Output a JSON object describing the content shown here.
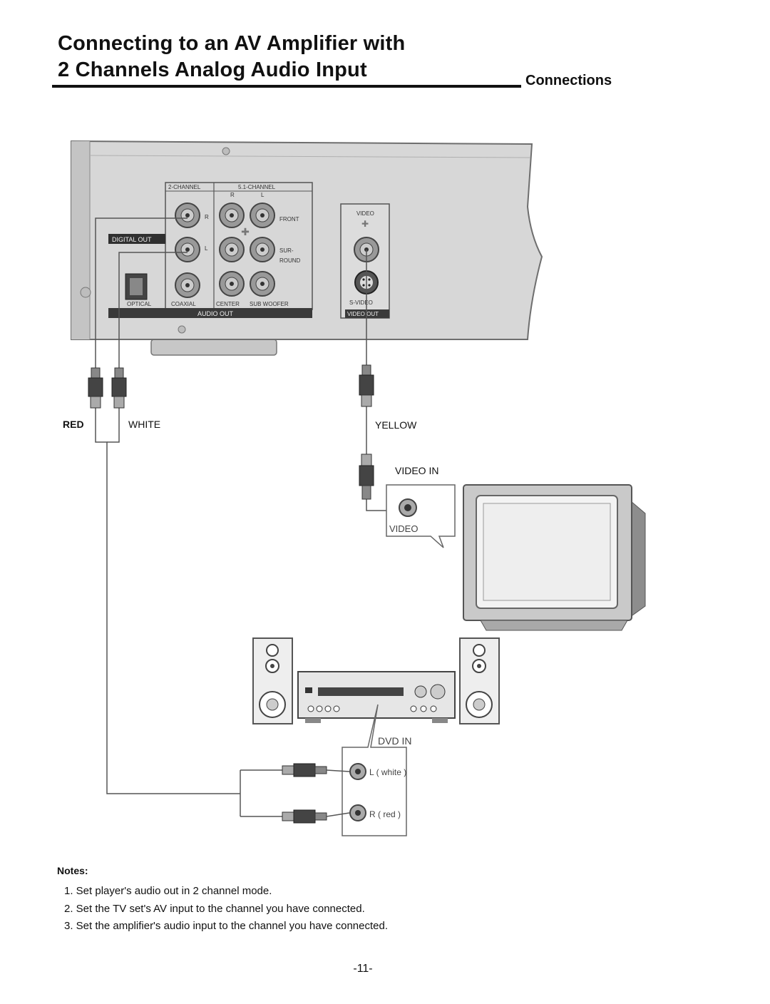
{
  "title": {
    "line1": "Connecting to an AV Amplifier with",
    "line2": "2 Channels Analog Audio Input"
  },
  "section": "Connections",
  "panel": {
    "two_channel": "2-CHANNEL",
    "five_one_channel": "5.1-CHANNEL",
    "r": "R",
    "l": "L",
    "front": "FRONT",
    "sur": "SUR-",
    "round": "ROUND",
    "digital_out": "DIGITAL OUT",
    "optical": "OPTICAL",
    "coaxial": "COAXIAL",
    "center": "CENTER",
    "sub_woofer": "SUB WOOFER",
    "audio_out": "AUDIO OUT",
    "video": "VIDEO",
    "s_video": "S-VIDEO",
    "video_out": "VIDEO OUT"
  },
  "labels": {
    "red": "RED",
    "white": "WHITE",
    "yellow": "YELLOW",
    "video_in": "VIDEO IN",
    "tv_video": "VIDEO",
    "dvd_in": "DVD IN",
    "l_white": "L ( white )",
    "r_red": "R ( red )"
  },
  "notes": {
    "title": "Notes:",
    "items": [
      "1. Set player's audio out in 2 channel mode.",
      "2. Set the TV set's AV input to the channel you have connected.",
      "3. Set the amplifier's audio input to the channel you have connected."
    ]
  },
  "page_number": "-11-"
}
